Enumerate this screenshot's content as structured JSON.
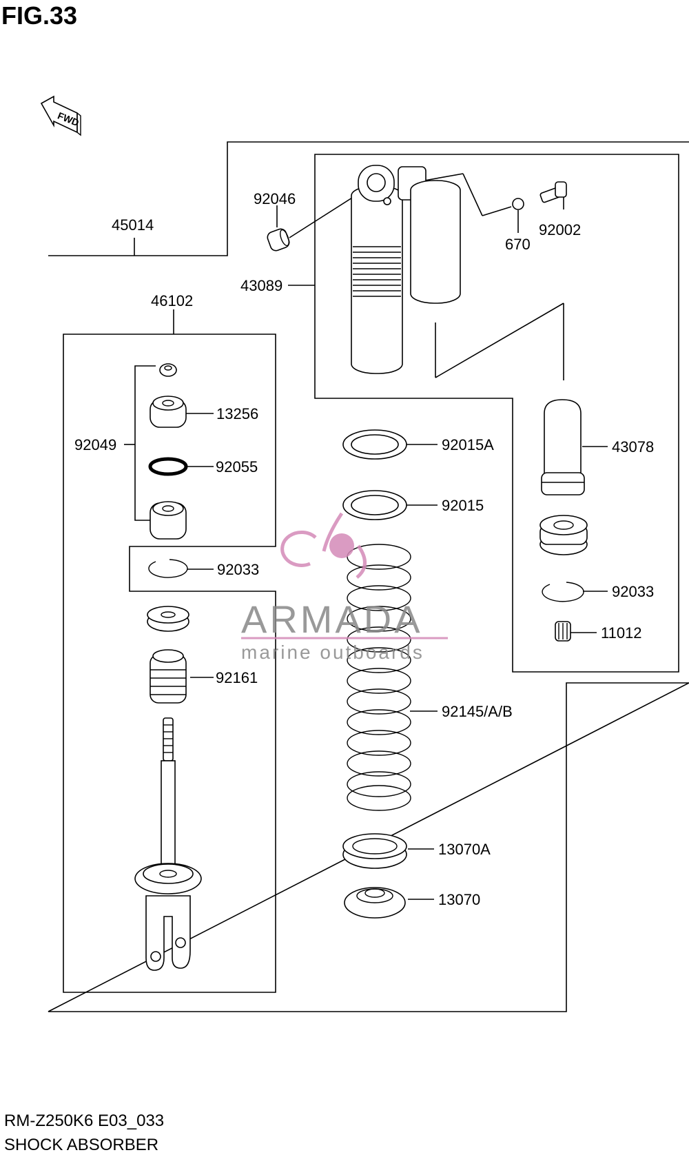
{
  "figure": {
    "title": "FIG.33"
  },
  "fwd_label": "FWD",
  "caption": {
    "model": "RM-Z250K6 E03_033",
    "name": "SHOCK ABSORBER"
  },
  "watermark": {
    "brand": "ARMADA",
    "tagline": "marine outboards",
    "color": "#d48ab8"
  },
  "parts": {
    "p45014": "45014",
    "p46102": "46102",
    "p92046": "92046",
    "p43089": "43089",
    "p670": "670",
    "p92002": "92002",
    "p13256": "13256",
    "p92049": "92049",
    "p92055": "92055",
    "p92033a": "92033",
    "p92161": "92161",
    "p92015A": "92015A",
    "p92015": "92015",
    "p43078": "43078",
    "p92033b": "92033",
    "p11012": "11012",
    "p92145": "92145/A/B",
    "p13070A": "13070A",
    "p13070": "13070"
  }
}
